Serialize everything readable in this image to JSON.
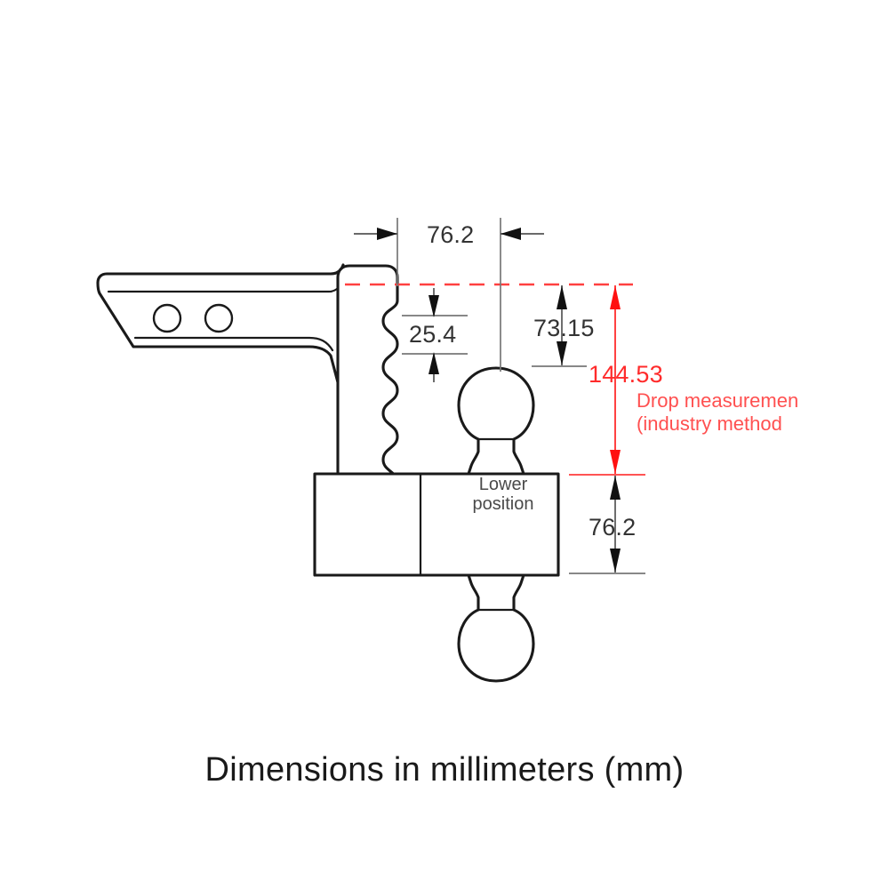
{
  "caption": {
    "text": "Dimensions in millimeters (mm)"
  },
  "part_labels": {
    "lower_position_line1": "Lower",
    "lower_position_line2": "position"
  },
  "dimensions": {
    "shank_offset_horizontal": "76.2",
    "tooth_pitch": "25.4",
    "rise_above_datum": "73.15",
    "drop_total": "144.53",
    "drop_below_datum": "76.2"
  },
  "annotations": {
    "drop_note_line1": "Drop measuremen",
    "drop_note_line2": "(industry method"
  },
  "colors": {
    "datum_red": "#ff4040",
    "dimension_red": "#ff2b2b",
    "outline_black": "#1a1a1a",
    "dimension_gray": "#555555"
  }
}
